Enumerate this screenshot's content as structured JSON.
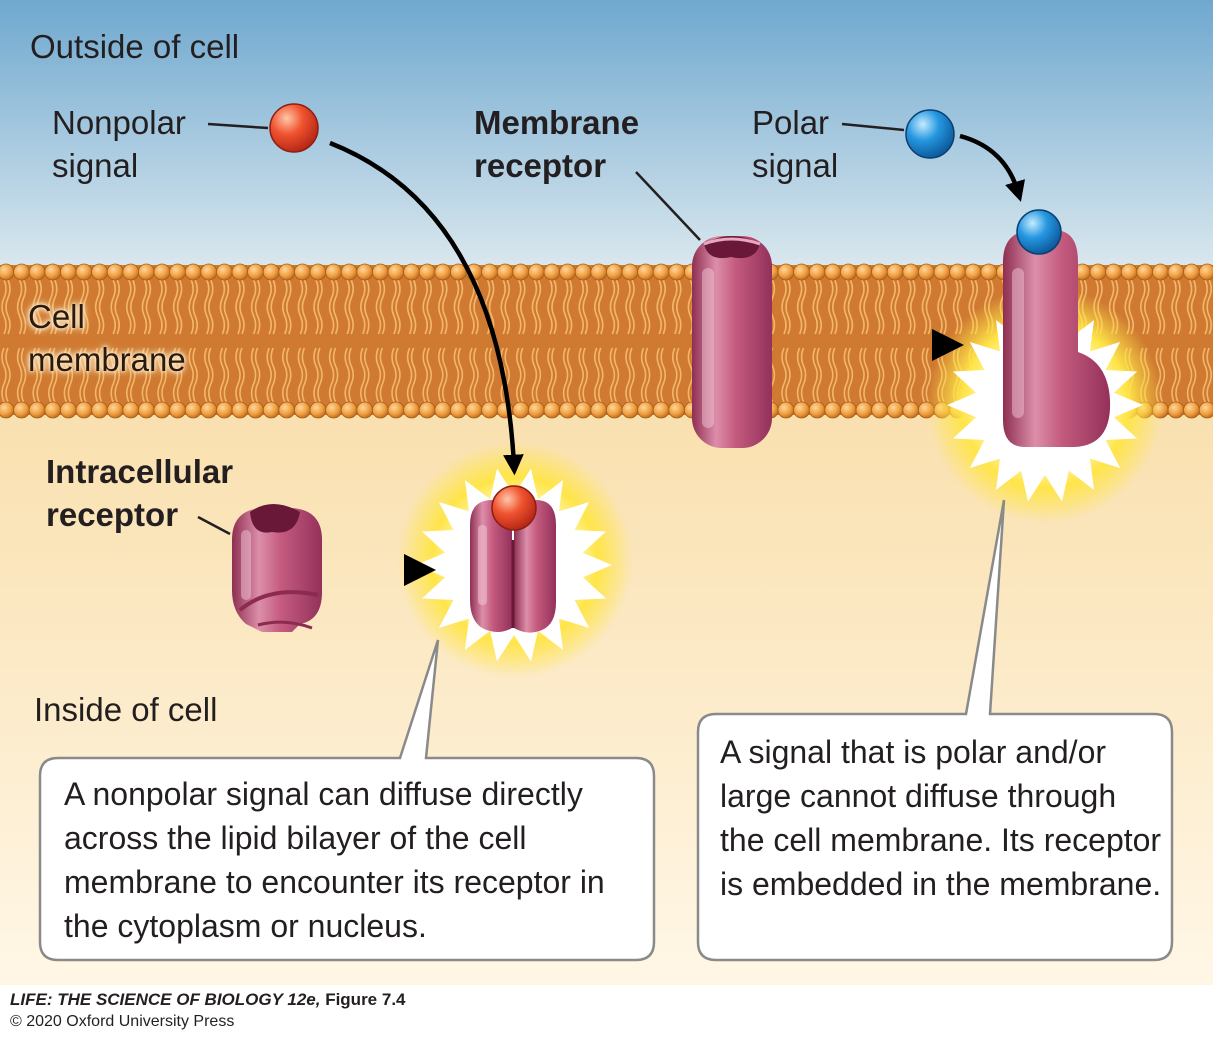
{
  "labels": {
    "outside": "Outside of cell",
    "nonpolar": [
      "Nonpolar",
      "signal"
    ],
    "membrane_receptor": [
      "Membrane",
      "receptor"
    ],
    "polar": [
      "Polar",
      "signal"
    ],
    "cell_membrane": [
      "Cell",
      "membrane"
    ],
    "intracellular_receptor": [
      "Intracellular",
      "receptor"
    ],
    "inside": "Inside of cell"
  },
  "callouts": {
    "left": "A nonpolar signal can diffuse directly across the lipid bilayer of the cell membrane to encounter its receptor in the cytoplasm or nucleus.",
    "right": "A signal that is polar and/or large cannot diffuse through the cell membrane. Its receptor is embedded in the membrane."
  },
  "credit": {
    "book": "LIFE: THE SCIENCE OF BIOLOGY 12e,",
    "figure": " Figure 7.4",
    "copyright": "© 2020 Oxford University Press"
  },
  "colors": {
    "outside_top": "#6fa8cf",
    "outside_bottom": "#e6eef2",
    "inside_top": "#fbe6bb",
    "inside_bottom": "#fff6e4",
    "lipid_head": "#f0a040",
    "lipid_tail": "#c8702a",
    "receptor": "#b5496c",
    "nonpolar_signal": "#e8442a",
    "polar_signal": "#1d8fd8",
    "glow": "#ffe24a"
  }
}
